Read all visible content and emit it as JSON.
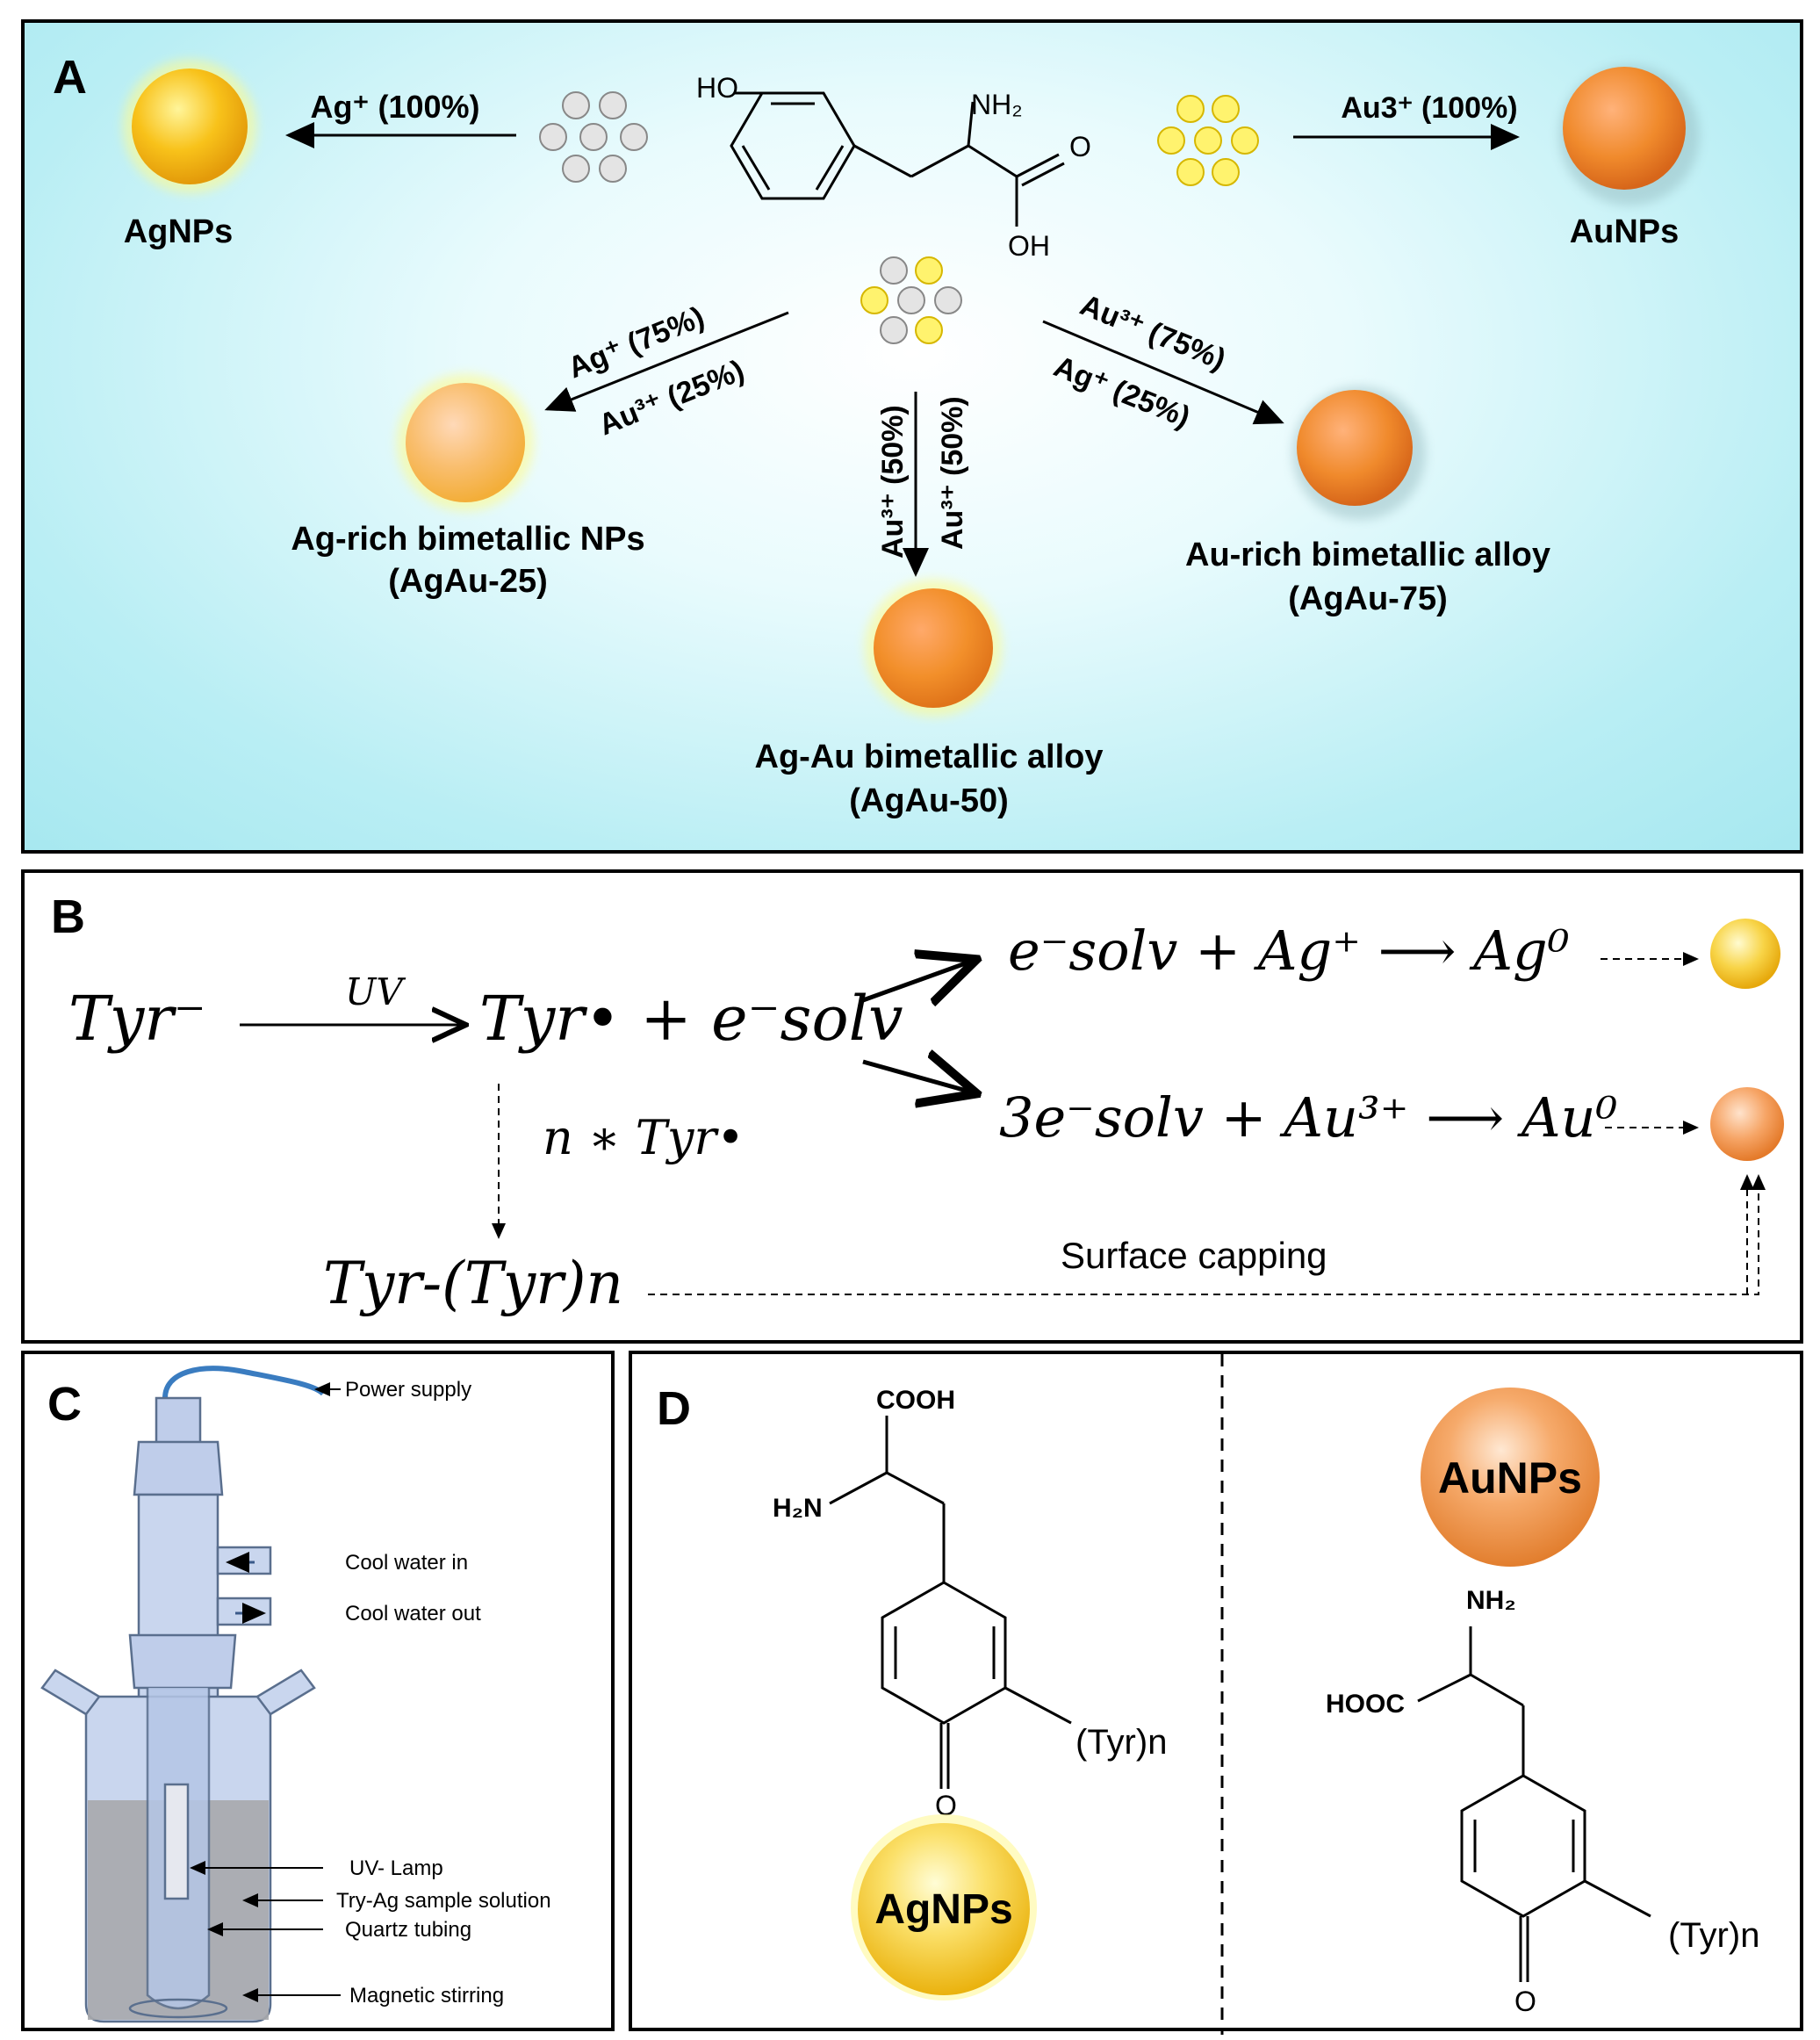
{
  "panel_a": {
    "letter": "A",
    "left_arrow_label": "Ag⁺ (100%)",
    "right_arrow_label": "Au3⁺ (100%)",
    "agnps": "AgNPs",
    "aunps": "AuNPs",
    "tyr_ho": "HO",
    "tyr_nh2": "NH₂",
    "tyr_o": "O",
    "tyr_oh": "OH",
    "diag_left_1": "Ag⁺ (75%)",
    "diag_left_2": "Au³⁺ (25%)",
    "vert_1": "Au³⁺ (50%)",
    "vert_2": "Au³⁺ (50%)",
    "diag_right_1": "Au³⁺ (75%)",
    "diag_right_2": "Ag⁺ (25%)",
    "ag_rich_1": "Ag-rich bimetallic NPs",
    "ag_rich_2": "(AgAu-25)",
    "agau50_1": "Ag-Au bimetallic alloy",
    "agau50_2": "(AgAu-50)",
    "au_rich_1": "Au-rich bimetallic alloy",
    "au_rich_2": "(AgAu-75)"
  },
  "panel_b": {
    "letter": "B",
    "tyr_minus": "Tyr⁻",
    "uv": "UV",
    "tyr_radical": "Tyr• + e⁻solv",
    "ag_reaction": "e⁻solv + Ag⁺ ⟶ Ag⁰",
    "au_reaction": "3e⁻solv + Au³⁺ ⟶ Au⁰",
    "n_tyr": "n ∗ Tyr•",
    "polymer": "Tyr-(Tyr)n",
    "surface_capping": "Surface capping"
  },
  "panel_c": {
    "letter": "C",
    "power_supply": "Power supply",
    "cool_in": "Cool water in",
    "cool_out": "Cool water out",
    "uv_lamp": "UV- Lamp",
    "sample": "Try-Ag sample solution",
    "quartz": "Quartz tubing",
    "stirring": "Magnetic stirring"
  },
  "panel_d": {
    "letter": "D",
    "cooh": "COOH",
    "h2n": "H₂N",
    "tyr_n_left": "(Tyr)n",
    "o_left": "O",
    "agnps": "AgNPs",
    "aunps": "AuNPs",
    "nh2": "NH₂",
    "hooc": "HOOC",
    "tyr_n_right": "(Tyr)n",
    "o_right": "O"
  },
  "colors": {
    "silver_np": "#f5c21a",
    "gold_np": "#f08a2c",
    "panel_a_bg": "#a7e8f0"
  }
}
